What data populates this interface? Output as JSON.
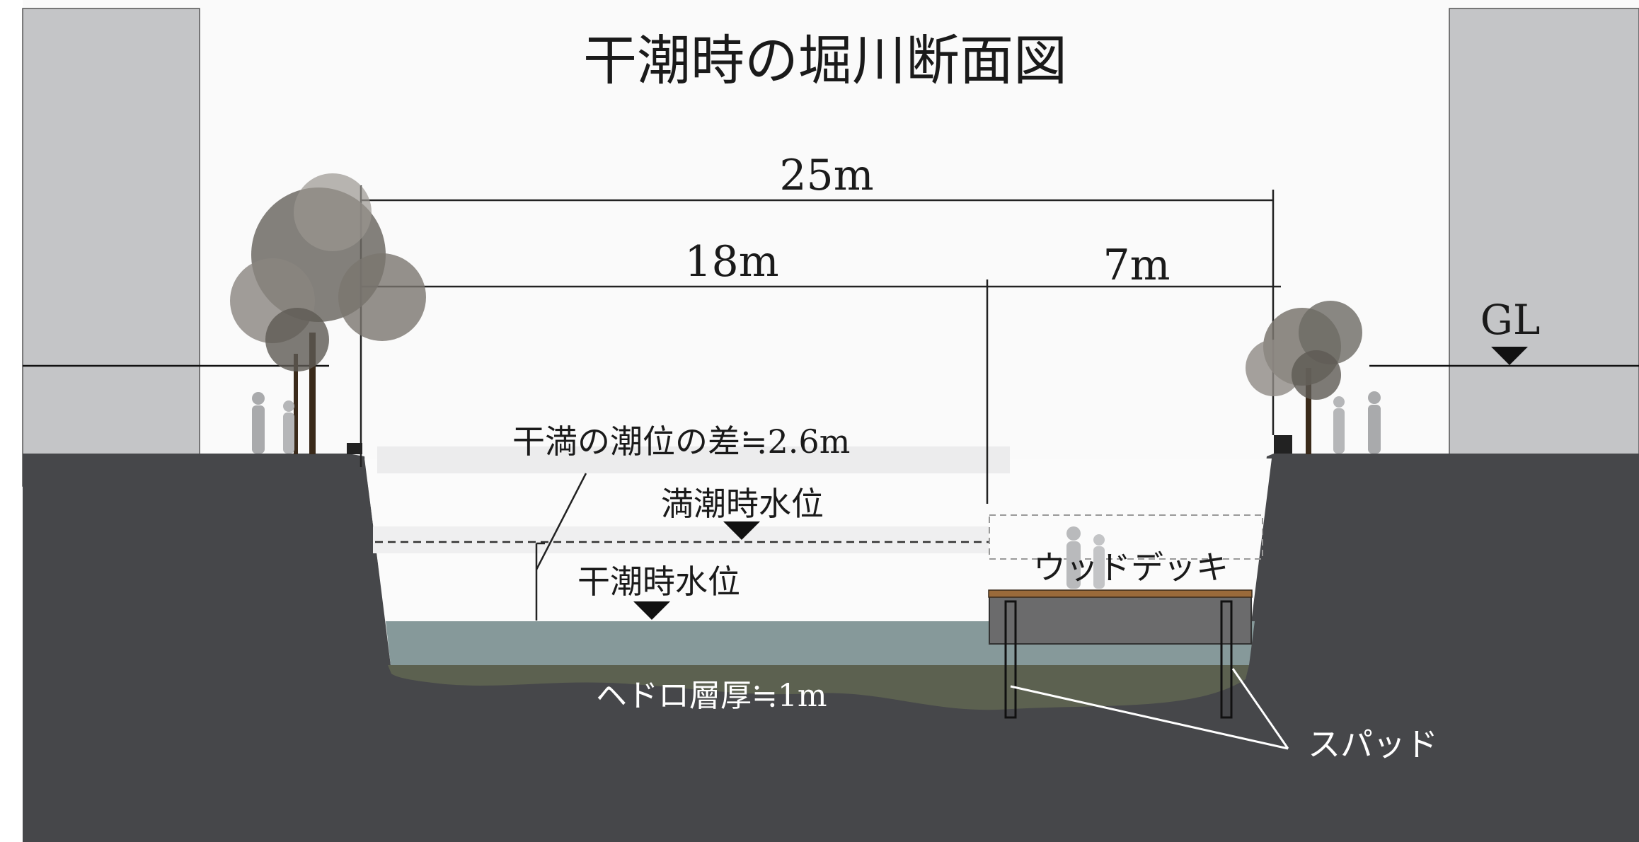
{
  "title": "干潮時の堀川断面図",
  "dimensions": {
    "total": "25m",
    "channel": "18m",
    "deck": "7m"
  },
  "labels": {
    "gl": "GL",
    "tide_difference": "干満の潮位の差≒2.6m",
    "high_tide_level": "満潮時水位",
    "low_tide_level": "干潮時水位",
    "wood_deck": "ウッドデッキ",
    "sludge_thickness": "ヘドロ層厚≒1m",
    "spud": "スパッド"
  },
  "colors": {
    "ground": "#46474a",
    "building": "#c4c5c7",
    "water": "#86999a",
    "sludge": "#5c6150",
    "deck_wood": "#9a6a3a",
    "deck_pontoon": "#6b6b6c"
  },
  "icons": [
    "tree-icon",
    "person-icon",
    "level-marker-icon"
  ]
}
